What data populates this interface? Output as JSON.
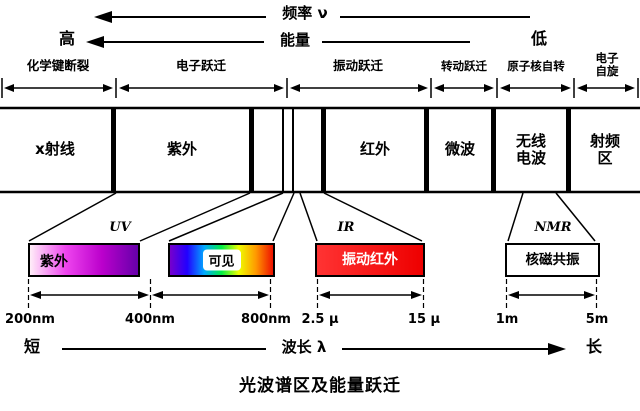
{
  "title": "光波谱区及能量跃迁",
  "top": {
    "frequency": "频率 ν",
    "energy": "能量",
    "high": "高",
    "low": "低"
  },
  "transitions": [
    {
      "label": "化学键断裂"
    },
    {
      "label": "电子跃迁"
    },
    {
      "label": "振动跃迁"
    },
    {
      "label": "转动跃迁"
    },
    {
      "label": "原子核自转"
    },
    {
      "label": "电子自旋"
    }
  ],
  "spectrum": [
    {
      "label": "x射线"
    },
    {
      "label": "紫外"
    },
    {
      "label": "红外"
    },
    {
      "label": "微波"
    },
    {
      "label": "无线电波"
    },
    {
      "label": "射频区"
    }
  ],
  "expanded": {
    "uv": {
      "tag": "UV",
      "label": "紫外",
      "colors": [
        "#ffeef8",
        "#ee44ee",
        "#bb00cc",
        "#6600aa"
      ]
    },
    "visible": {
      "tag": "",
      "label": "可见",
      "colors": [
        "#7700cc",
        "#2200ff",
        "#00aaff",
        "#00ee44",
        "#eeff00",
        "#ff9900",
        "#ee1100"
      ]
    },
    "ir": {
      "tag": "IR",
      "label": "振动红外",
      "colors": [
        "#ff3333",
        "#ee0000"
      ]
    },
    "nmr": {
      "tag": "NMR",
      "label": "核磁共振",
      "colors": [
        "#ffffff"
      ]
    }
  },
  "scale": [
    "200nm",
    "400nm",
    "800nm",
    "2.5 μ",
    "15 μ",
    "1m",
    "5m"
  ],
  "bottom": {
    "short": "短",
    "wavelength": "波长 λ",
    "long": "长"
  }
}
